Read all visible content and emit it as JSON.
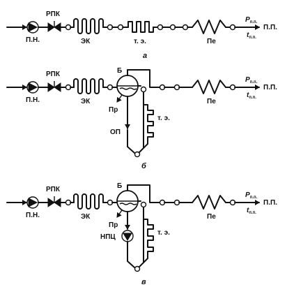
{
  "labels": {
    "pump": "П.Н.",
    "valve": "РПК",
    "economizer": "ЭК",
    "evaporating_surface": "т. э.",
    "superheater": "Пе",
    "steam_out": "П.П.",
    "drum": "Б",
    "blowdown": "Пр",
    "downcomer": "ОП",
    "circulation_pump": "НПЦ"
  },
  "outlet": {
    "pressure_symbol": "P",
    "pressure_sub": "п.п.",
    "temperature_symbol": "t",
    "temperature_sub": "п.п."
  },
  "captions": {
    "a": "а",
    "b": "б",
    "c": "в"
  }
}
